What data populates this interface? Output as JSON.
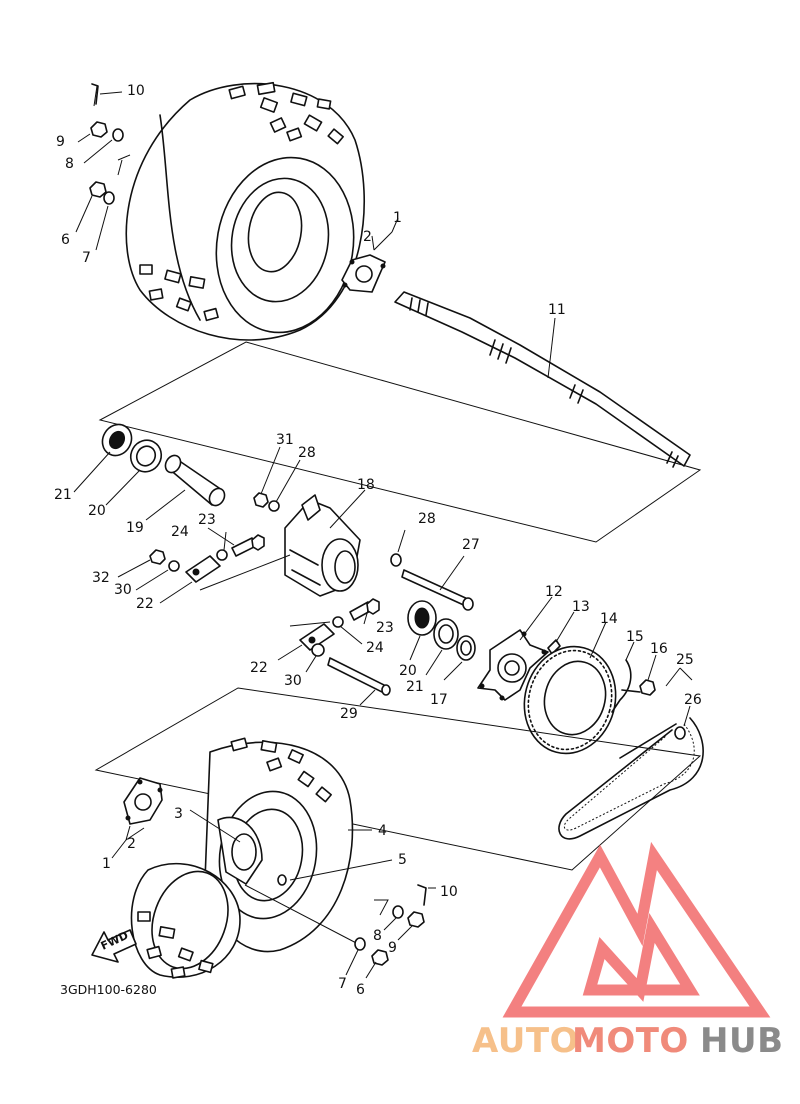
{
  "diagram": {
    "code": "3GDH100-6280",
    "fwd_label": "FWD",
    "labels": [
      {
        "id": "10a",
        "text": "10"
      },
      {
        "id": "9a",
        "text": "9"
      },
      {
        "id": "8a",
        "text": "8"
      },
      {
        "id": "6a",
        "text": "6"
      },
      {
        "id": "7a",
        "text": "7"
      },
      {
        "id": "1a",
        "text": "1"
      },
      {
        "id": "2a",
        "text": "2"
      },
      {
        "id": "11",
        "text": "11"
      },
      {
        "id": "31",
        "text": "31"
      },
      {
        "id": "28a",
        "text": "28"
      },
      {
        "id": "21a",
        "text": "21"
      },
      {
        "id": "20a",
        "text": "20"
      },
      {
        "id": "19",
        "text": "19"
      },
      {
        "id": "18",
        "text": "18"
      },
      {
        "id": "23a",
        "text": "23"
      },
      {
        "id": "24a",
        "text": "24"
      },
      {
        "id": "32",
        "text": "32"
      },
      {
        "id": "30a",
        "text": "30"
      },
      {
        "id": "22a",
        "text": "22"
      },
      {
        "id": "28b",
        "text": "28"
      },
      {
        "id": "27",
        "text": "27"
      },
      {
        "id": "12",
        "text": "12"
      },
      {
        "id": "13",
        "text": "13"
      },
      {
        "id": "14",
        "text": "14"
      },
      {
        "id": "15",
        "text": "15"
      },
      {
        "id": "16",
        "text": "16"
      },
      {
        "id": "25",
        "text": "25"
      },
      {
        "id": "26",
        "text": "26"
      },
      {
        "id": "23b",
        "text": "23"
      },
      {
        "id": "24b",
        "text": "24"
      },
      {
        "id": "20b",
        "text": "20"
      },
      {
        "id": "21b",
        "text": "21"
      },
      {
        "id": "17",
        "text": "17"
      },
      {
        "id": "22b",
        "text": "22"
      },
      {
        "id": "30b",
        "text": "30"
      },
      {
        "id": "29",
        "text": "29"
      },
      {
        "id": "3",
        "text": "3"
      },
      {
        "id": "4",
        "text": "4"
      },
      {
        "id": "5",
        "text": "5"
      },
      {
        "id": "2b",
        "text": "2"
      },
      {
        "id": "1b",
        "text": "1"
      },
      {
        "id": "10b",
        "text": "10"
      },
      {
        "id": "8b",
        "text": "8"
      },
      {
        "id": "9b",
        "text": "9"
      },
      {
        "id": "7b",
        "text": "7"
      },
      {
        "id": "6b",
        "text": "6"
      }
    ]
  },
  "watermark": {
    "part1": "AUTO",
    "part2": "MOTO",
    "part3": "HUB",
    "color_light": "#f6c08a",
    "color_mid": "#f08a7a",
    "color_dark": "#8a8a8a",
    "logo_color": "#f26b6b"
  }
}
